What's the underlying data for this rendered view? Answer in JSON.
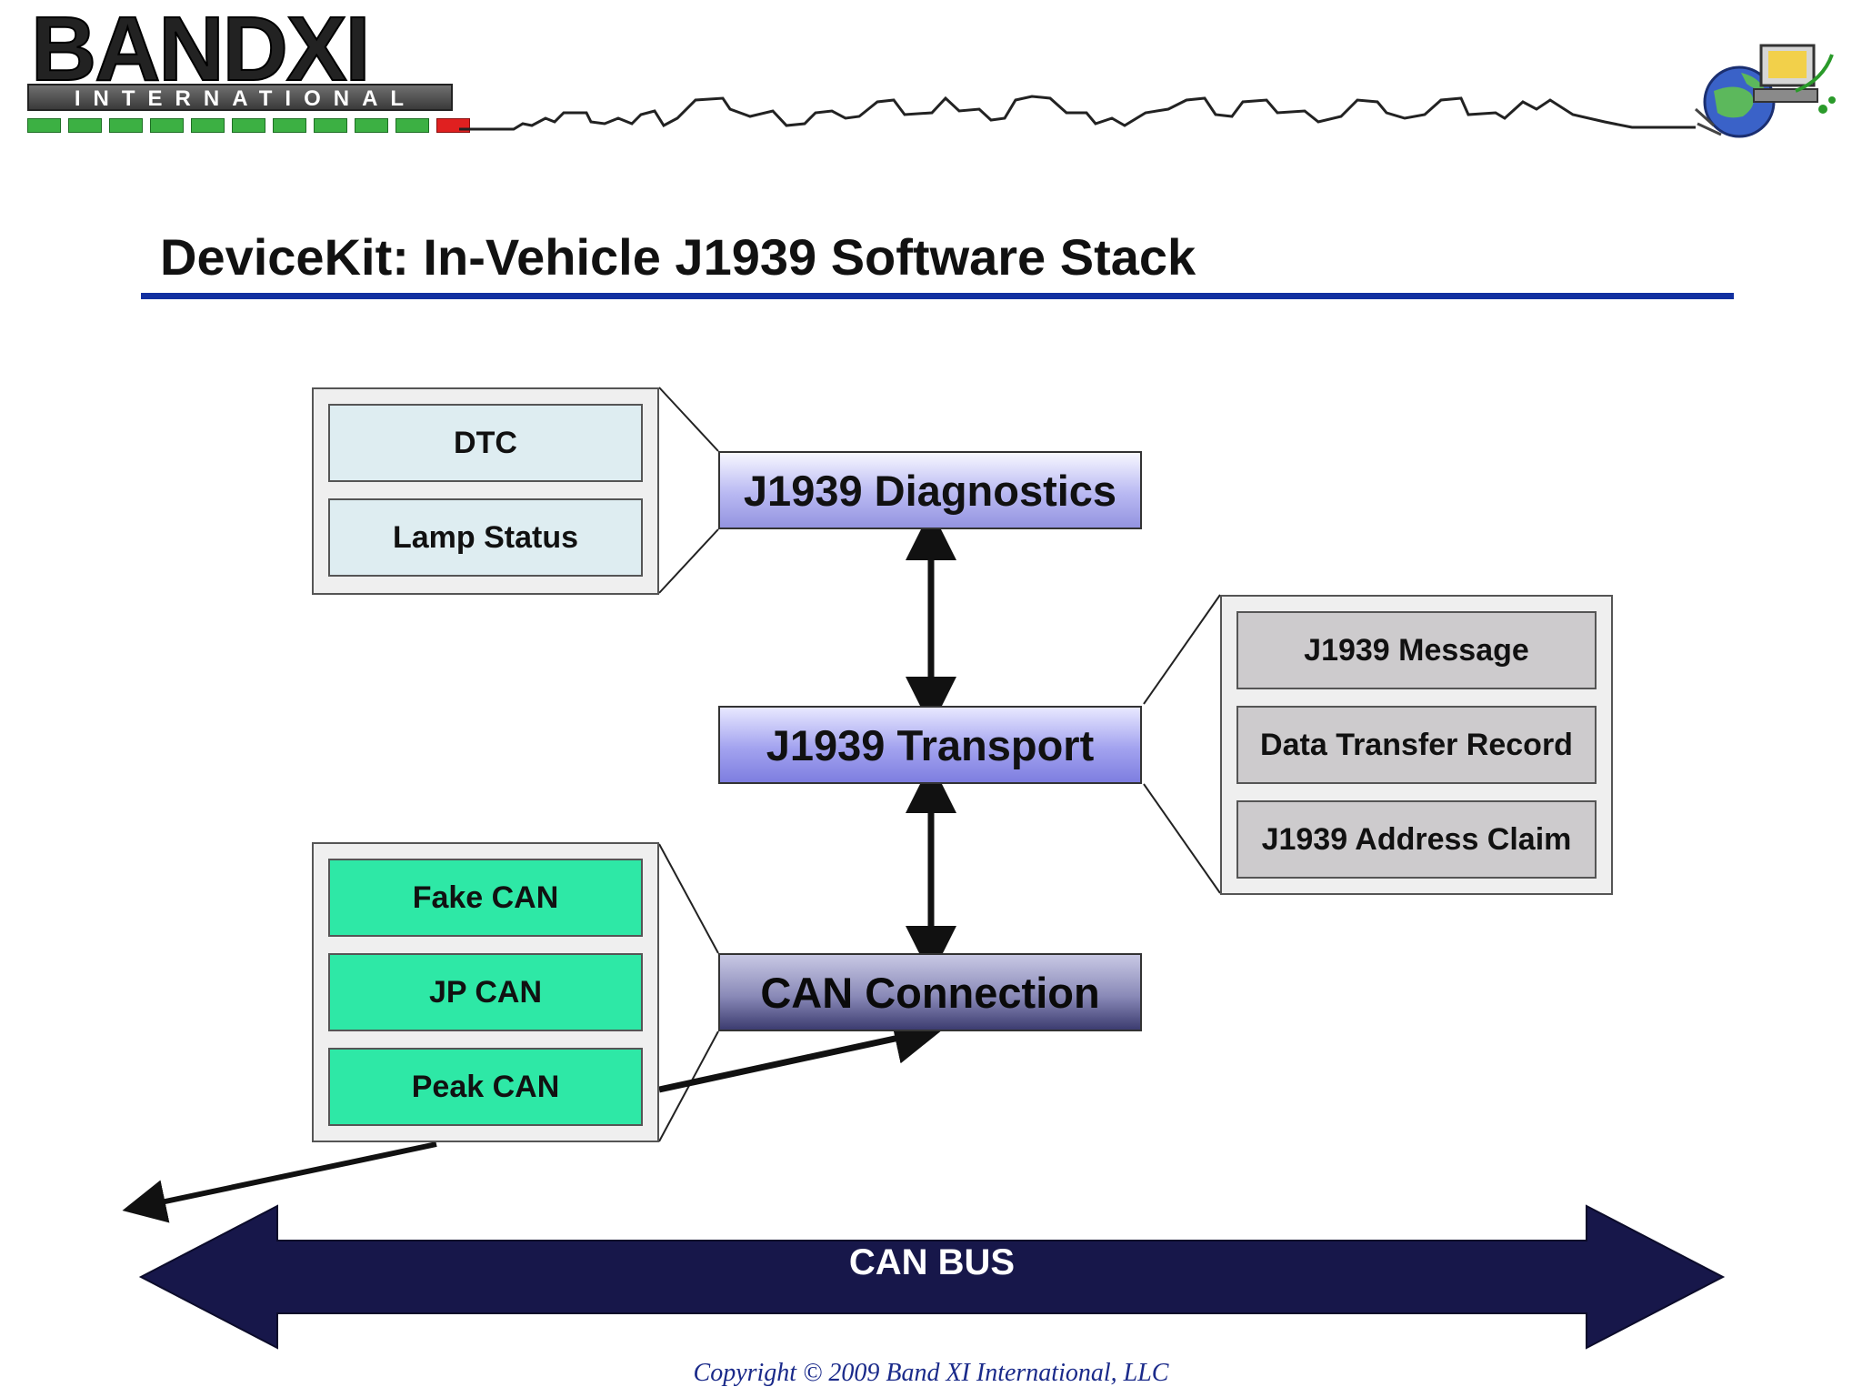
{
  "logo": {
    "wordmark": "BANDXI",
    "subtitle": "INTERNATIONAL"
  },
  "slide": {
    "title": "DeviceKit: In-Vehicle J1939 Software Stack"
  },
  "diagnostics_group": {
    "items": [
      "DTC",
      "Lamp Status"
    ]
  },
  "transport_group": {
    "items": [
      "J1939 Message",
      "Data Transfer Record",
      "J1939 Address Claim"
    ]
  },
  "can_group": {
    "items": [
      "Fake CAN",
      "JP CAN",
      "Peak CAN"
    ]
  },
  "stack": {
    "diagnostics": "J1939 Diagnostics",
    "transport": "J1939 Transport",
    "can_connection": "CAN Connection"
  },
  "bus": {
    "label": "CAN BUS"
  },
  "footer": {
    "copyright": "Copyright © 2009 Band XI International, LLC"
  },
  "colors": {
    "title_rule": "#1230a0",
    "bus": "#17174a",
    "diag_item": "#deedf1",
    "transport_item": "#cdcbcd",
    "can_item": "#2ee8a6",
    "copyright_text": "#1a2a8a"
  }
}
